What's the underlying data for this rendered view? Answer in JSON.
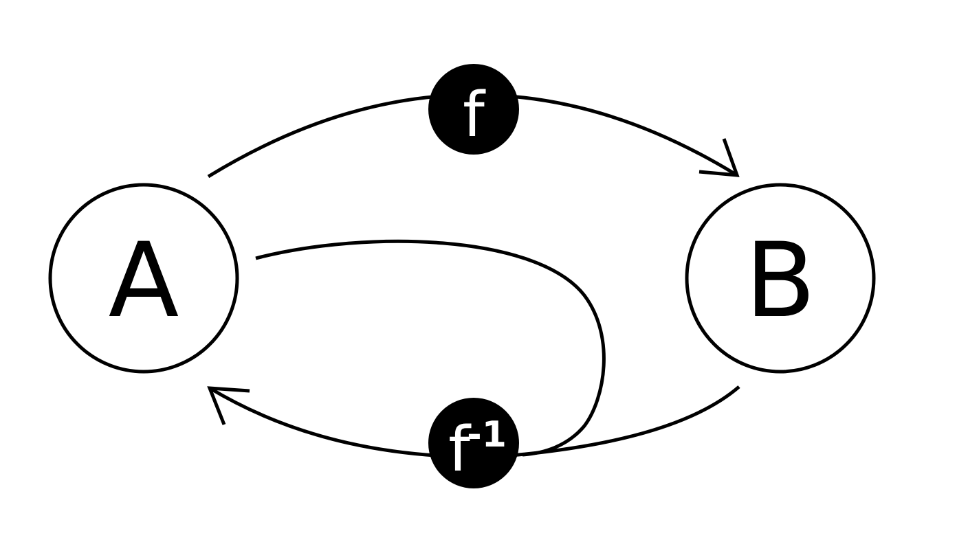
{
  "nodes": {
    "a": {
      "label": "A"
    },
    "b": {
      "label": "B"
    }
  },
  "functions": {
    "forward": {
      "label": "f"
    },
    "inverse": {
      "base": "f",
      "superscript": "-1"
    }
  },
  "colors": {
    "stroke": "#000000",
    "background": "#ffffff",
    "badge_fill": "#000000",
    "badge_text": "#ffffff"
  }
}
